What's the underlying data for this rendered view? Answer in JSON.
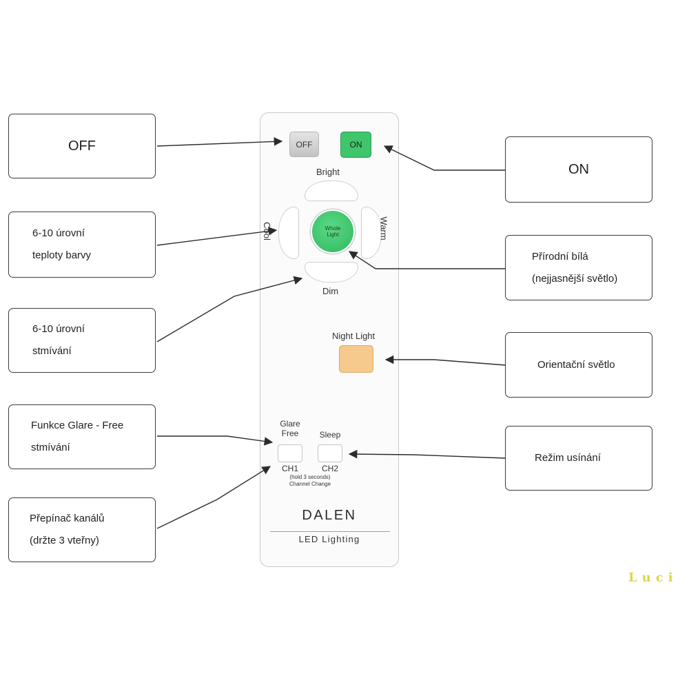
{
  "callouts": {
    "off": "OFF",
    "on": "ON",
    "cool": "6-10  úrovní\nteploty barvy",
    "dim": "6-10  úrovní\nstmívání",
    "glare": "Funkce Glare - Free\nstmívání",
    "channel": "Přepínač kanálů\n(držte 3 vteřny)",
    "whole": "Přírodní bílá\n(nejjasnější světlo)",
    "night": "Orientační světlo",
    "sleep": "Režim usínání"
  },
  "remote": {
    "off_label": "OFF",
    "on_label": "ON",
    "bright_label": "Bright",
    "dim_label": "Dim",
    "cool_label": "Cool",
    "warm_label": "Warm",
    "whole_line1": "Whole",
    "whole_line2": "Light",
    "night_label": "Night Light",
    "glare_line1": "Glare",
    "glare_line2": "Free",
    "sleep_label": "Sleep",
    "ch1_label": "CH1",
    "ch2_label": "CH2",
    "hold_line1": "(hold 3 seconds)",
    "hold_line2": "Channel Change",
    "brand": "DALEN",
    "brand_sub": "LED Lighting"
  },
  "colors": {
    "on_button": "#3fc56a",
    "whole_light_button": "#3fc56a",
    "off_button": "#cfcfcf",
    "night_light_button": "#f6c98c",
    "watermark": "#e0d34a"
  },
  "watermark": "Luci"
}
